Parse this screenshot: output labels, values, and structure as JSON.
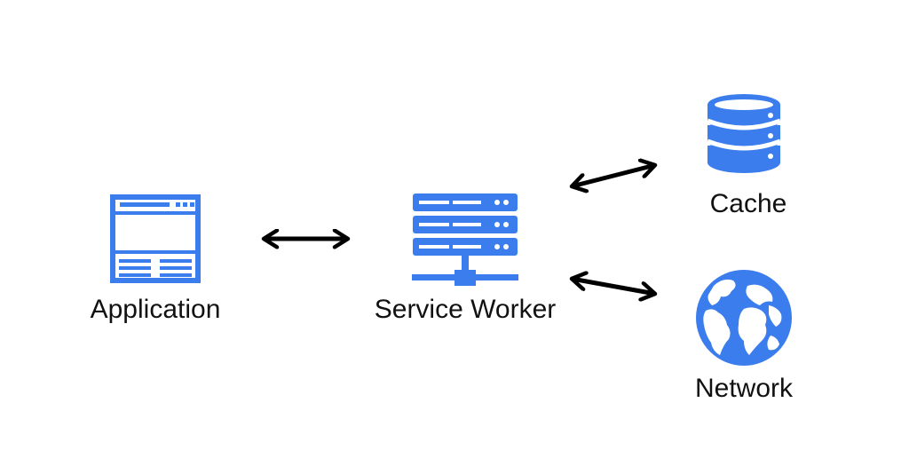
{
  "nodes": {
    "application": {
      "label": "Application",
      "icon": "browser-window-icon"
    },
    "service_worker": {
      "label": "Service Worker",
      "icon": "server-rack-icon"
    },
    "cache": {
      "label": "Cache",
      "icon": "database-icon"
    },
    "network": {
      "label": "Network",
      "icon": "globe-icon"
    }
  },
  "edges": [
    {
      "from": "Application",
      "to": "Service Worker",
      "direction": "bidirectional"
    },
    {
      "from": "Service Worker",
      "to": "Cache",
      "direction": "bidirectional"
    },
    {
      "from": "Service Worker",
      "to": "Network",
      "direction": "bidirectional"
    }
  ],
  "colors": {
    "icon": "#3b7ded",
    "arrow": "#000000",
    "text": "#111111",
    "background": "#ffffff"
  }
}
